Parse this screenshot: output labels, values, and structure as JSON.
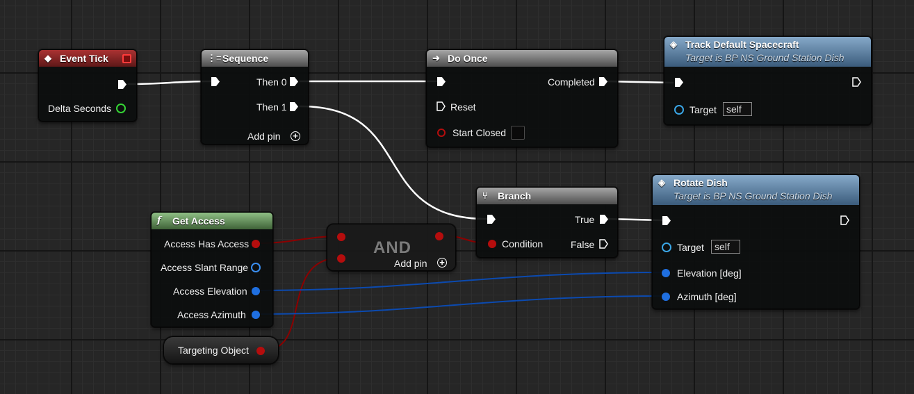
{
  "event_tick": {
    "title": "Event Tick",
    "delta_seconds": "Delta Seconds"
  },
  "sequence": {
    "title": "Sequence",
    "then0": "Then 0",
    "then1": "Then 1",
    "add_pin": "Add pin"
  },
  "do_once": {
    "title": "Do Once",
    "completed": "Completed",
    "reset": "Reset",
    "start_closed": "Start Closed"
  },
  "track_default": {
    "title": "Track Default Spacecraft",
    "subtitle": "Target is BP NS Ground Station Dish",
    "target": "Target",
    "target_value": "self"
  },
  "branch": {
    "title": "Branch",
    "true": "True",
    "false": "False",
    "condition": "Condition"
  },
  "rotate_dish": {
    "title": "Rotate Dish",
    "subtitle": "Target is BP NS Ground Station Dish",
    "target": "Target",
    "target_value": "self",
    "elevation": "Elevation [deg]",
    "azimuth": "Azimuth [deg]"
  },
  "get_access": {
    "title": "Get Access",
    "has_access": "Access Has Access",
    "slant_range": "Access Slant Range",
    "elevation": "Access Elevation",
    "azimuth": "Access Azimuth"
  },
  "and_node": {
    "label": "AND",
    "add_pin": "Add pin"
  },
  "targeting_object": {
    "label": "Targeting Object"
  },
  "colors": {
    "exec_wire": "#ffffff",
    "bool_wire": "#8f0000",
    "float_wire": "#0a4fb0"
  },
  "icons": {
    "event": "event-diamond-icon",
    "sequence": "sequence-icon",
    "do_once": "do-once-arrow-icon",
    "branch": "branch-icon",
    "function": "function-f-icon",
    "add_pin": "plus-circle-icon"
  }
}
